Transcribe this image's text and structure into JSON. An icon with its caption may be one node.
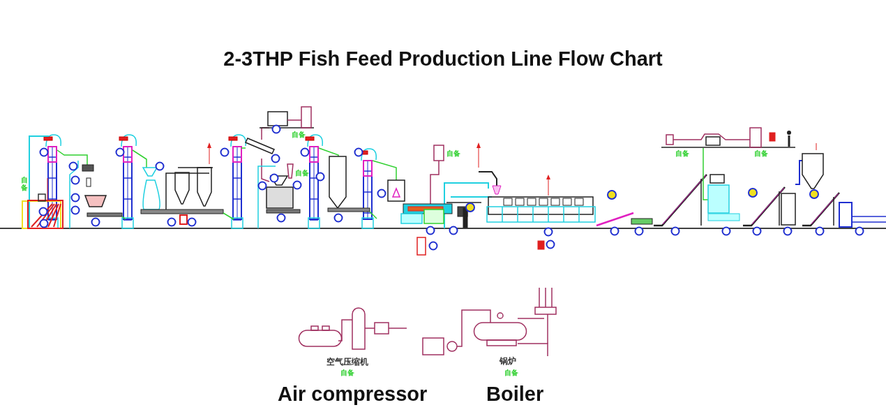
{
  "diagram": {
    "title": "2-3THP Fish Feed Production Line Flow Chart",
    "labels": [
      "自备",
      "自备",
      "自备",
      "自备",
      "自备",
      "自备",
      "空气压缩机",
      "自备",
      "锅炉",
      "自备",
      "Air compressor",
      "Boiler"
    ]
  }
}
